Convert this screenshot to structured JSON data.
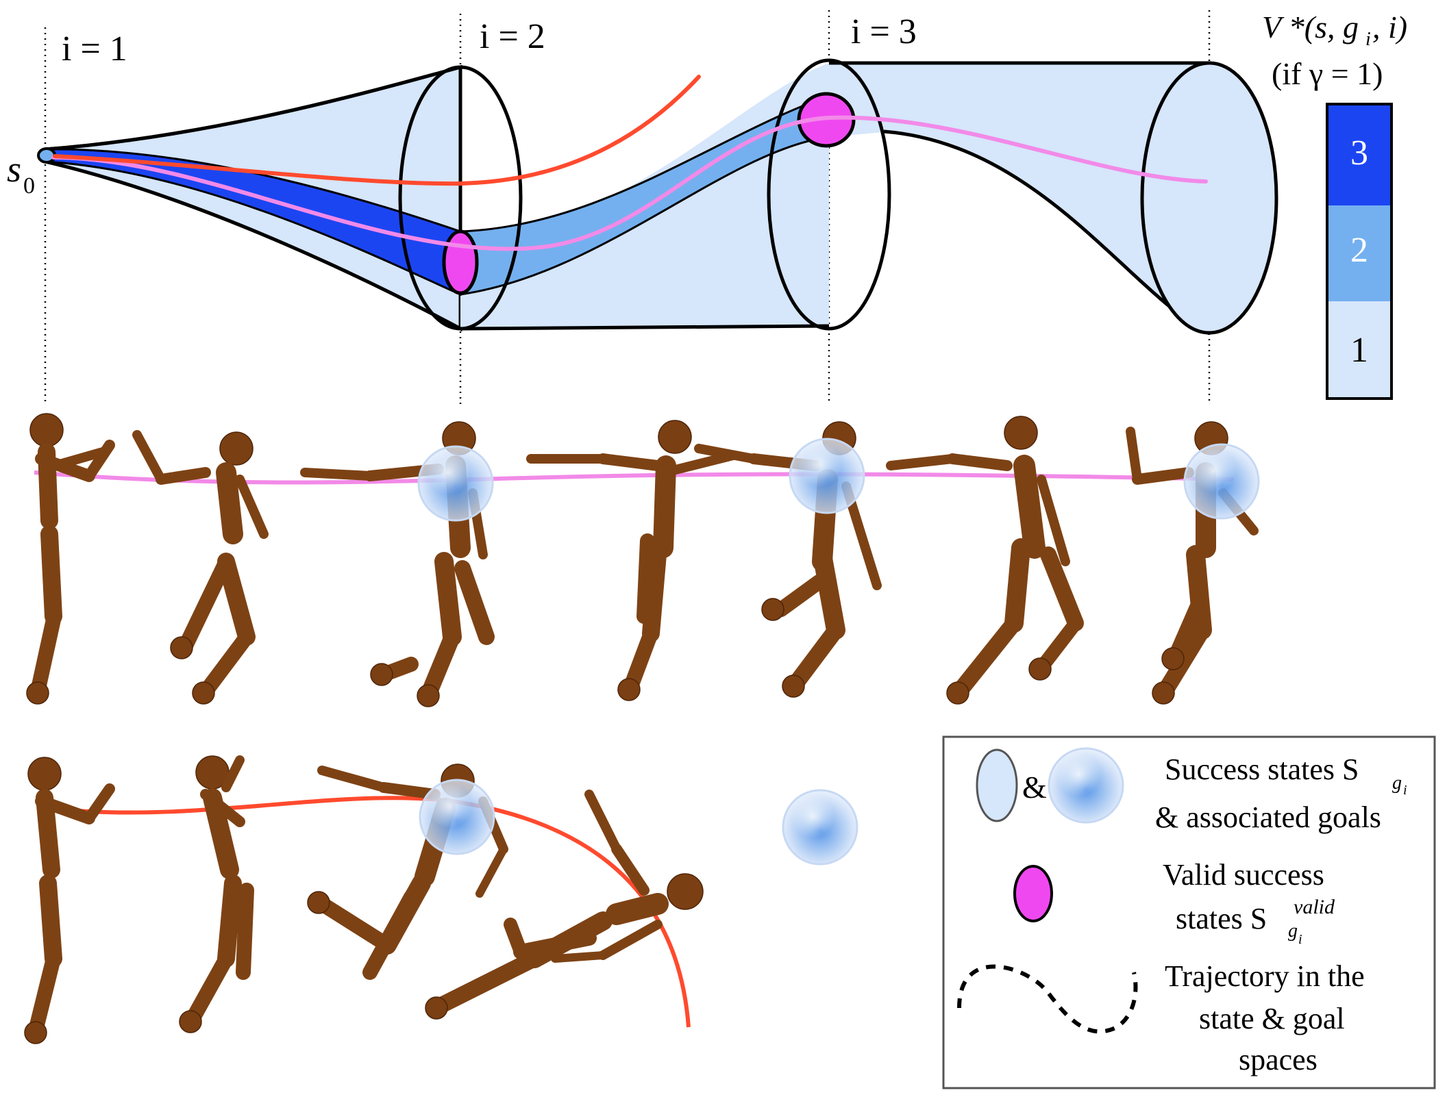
{
  "steps": {
    "step1": "i = 1",
    "step2": "i = 2",
    "step3": "i = 3"
  },
  "start_state": {
    "symbol": "s",
    "subscript": "0"
  },
  "value_scale": {
    "title_line1": "V *(s, g",
    "title_line1_sub": "i",
    "title_line1_end": ", i)",
    "title_line2": "(if γ = 1)",
    "levels": [
      {
        "label": "3",
        "color": "#1c45f2"
      },
      {
        "label": "2",
        "color": "#74b0ef"
      },
      {
        "label": "1",
        "color": "#d6e6fb"
      }
    ]
  },
  "colors": {
    "funnel_light": "#d6e6fb",
    "funnel_mid": "#74b0ef",
    "funnel_dark": "#1c45f2",
    "valid_state": "#f048f0",
    "success_trajectory": "#f28ae8",
    "failed_trajectory": "#ff4a2e",
    "character": "#7a3f12"
  },
  "legend": {
    "ampersand": "&",
    "success_line1": "Success states S",
    "success_sub": "g",
    "success_subsub": "i",
    "success_line2": "& associated goals",
    "valid_line1": "Valid success",
    "valid_line2": "states S",
    "valid_sup": "valid",
    "valid_sub": "g",
    "valid_subsub": "i",
    "trajectory_line1": "Trajectory in the",
    "trajectory_line2": "state & goal",
    "trajectory_line3": "spaces"
  }
}
